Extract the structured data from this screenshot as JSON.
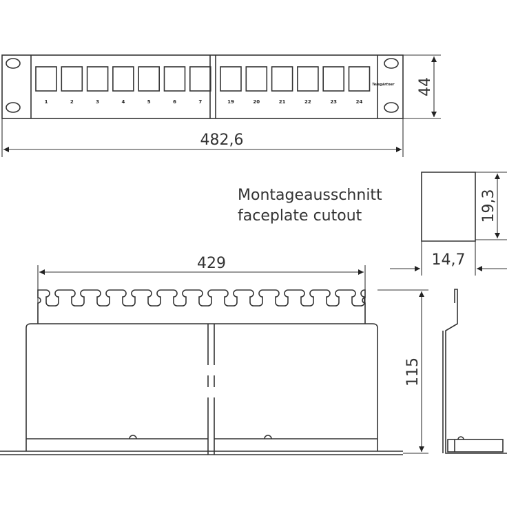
{
  "front_view": {
    "port_labels_left": [
      "1",
      "2",
      "3",
      "4",
      "5",
      "6",
      "7"
    ],
    "port_labels_right": [
      "19",
      "20",
      "21",
      "22",
      "23",
      "24"
    ],
    "logo_text": "Telegärtner"
  },
  "dimensions": {
    "width_total": "482,6",
    "height": "44",
    "mount_width": "429",
    "depth": "115",
    "cutout_height": "19,3",
    "cutout_width": "14,7"
  },
  "cutout_caption": {
    "line1": "Montageausschnitt",
    "line2": "faceplate cutout"
  }
}
